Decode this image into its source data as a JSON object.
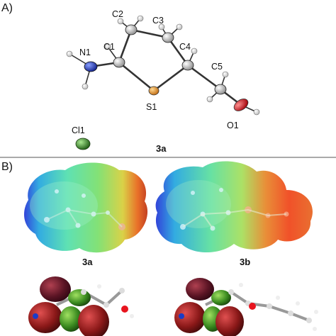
{
  "panels": {
    "a": "A)",
    "b": "B)"
  },
  "atoms": {
    "c2": "C2",
    "c3": "C3",
    "n1": "N1",
    "c1": "C1",
    "c4": "C4",
    "c5": "C5",
    "s1": "S1",
    "o1": "O1",
    "cl1": "Cl1"
  },
  "compounds": {
    "crystal": "3a",
    "esp_left": "3a",
    "esp_right": "3b"
  },
  "colors": {
    "oxygen": "#e8141e",
    "nitrogen": "#1a3cc8",
    "sulfur": "#f0a030",
    "chlorine": "#3c8a28",
    "divider": "#555555"
  }
}
